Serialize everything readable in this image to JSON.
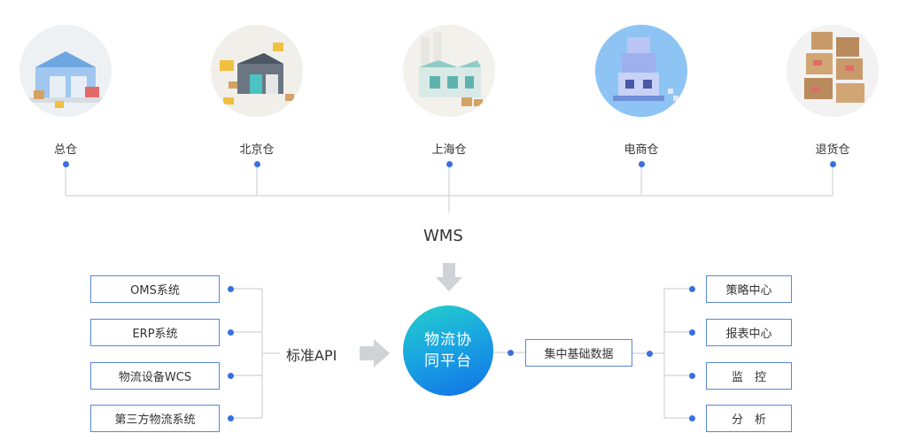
{
  "warehouses": [
    {
      "label": "总仓",
      "icon": "main-warehouse-illustration"
    },
    {
      "label": "北京仓",
      "icon": "beijing-warehouse-illustration"
    },
    {
      "label": "上海仓",
      "icon": "shanghai-factory-illustration"
    },
    {
      "label": "电商仓",
      "icon": "ecommerce-building-illustration"
    },
    {
      "label": "退货仓",
      "icon": "return-boxes-illustration"
    }
  ],
  "wms_label": "WMS",
  "platform": {
    "line1": "物流协",
    "line2": "同平台"
  },
  "api_label": "标准API",
  "left_systems": [
    "OMS系统",
    "ERP系统",
    "物流设备WCS",
    "第三方物流系统"
  ],
  "base_data": "集中基础数据",
  "right_modules": [
    "策略中心",
    "报表中心",
    "监　控",
    "分　析"
  ],
  "colors": {
    "accent_blue": "#3a6fe0",
    "box_border": "#5a86d8",
    "line_gray": "#cfd3d8",
    "arrow_gray": "#cfd2d6",
    "hub_gradient_start": "#23d1c9",
    "hub_gradient_end": "#1170e8"
  }
}
